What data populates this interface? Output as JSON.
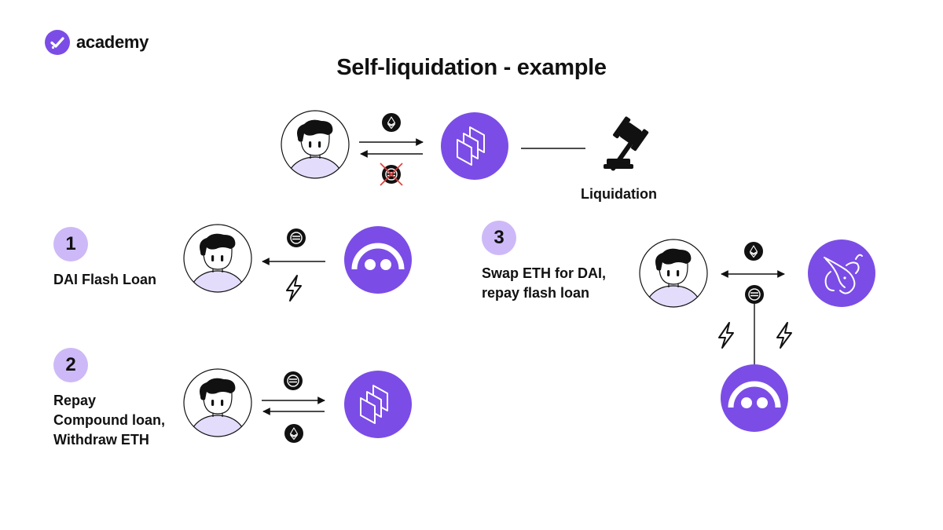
{
  "brand": {
    "name": "academy",
    "color": "#7b4de6"
  },
  "title": "Self-liquidation - example",
  "colors": {
    "purple": "#7b4de6",
    "light_purple": "#cdb9f7",
    "avatar_body": "#e4dcfb"
  },
  "liquidation": {
    "label": "Liquidation",
    "icon": "gavel-icon"
  },
  "steps": [
    {
      "number": "1",
      "label_lines": [
        "DAI Flash Loan"
      ]
    },
    {
      "number": "2",
      "label_lines": [
        "Repay",
        "Compound loan,",
        "Withdraw ETH"
      ]
    },
    {
      "number": "3",
      "label_lines": [
        "Swap ETH for DAI,",
        "repay flash loan"
      ]
    }
  ],
  "icons": {
    "protocols": [
      "compound-logo-icon",
      "defi-saver-logo-icon",
      "uniswap-logo-icon"
    ],
    "tokens": [
      "eth-token-icon",
      "dai-token-icon",
      "lightning-bolt-icon"
    ]
  }
}
